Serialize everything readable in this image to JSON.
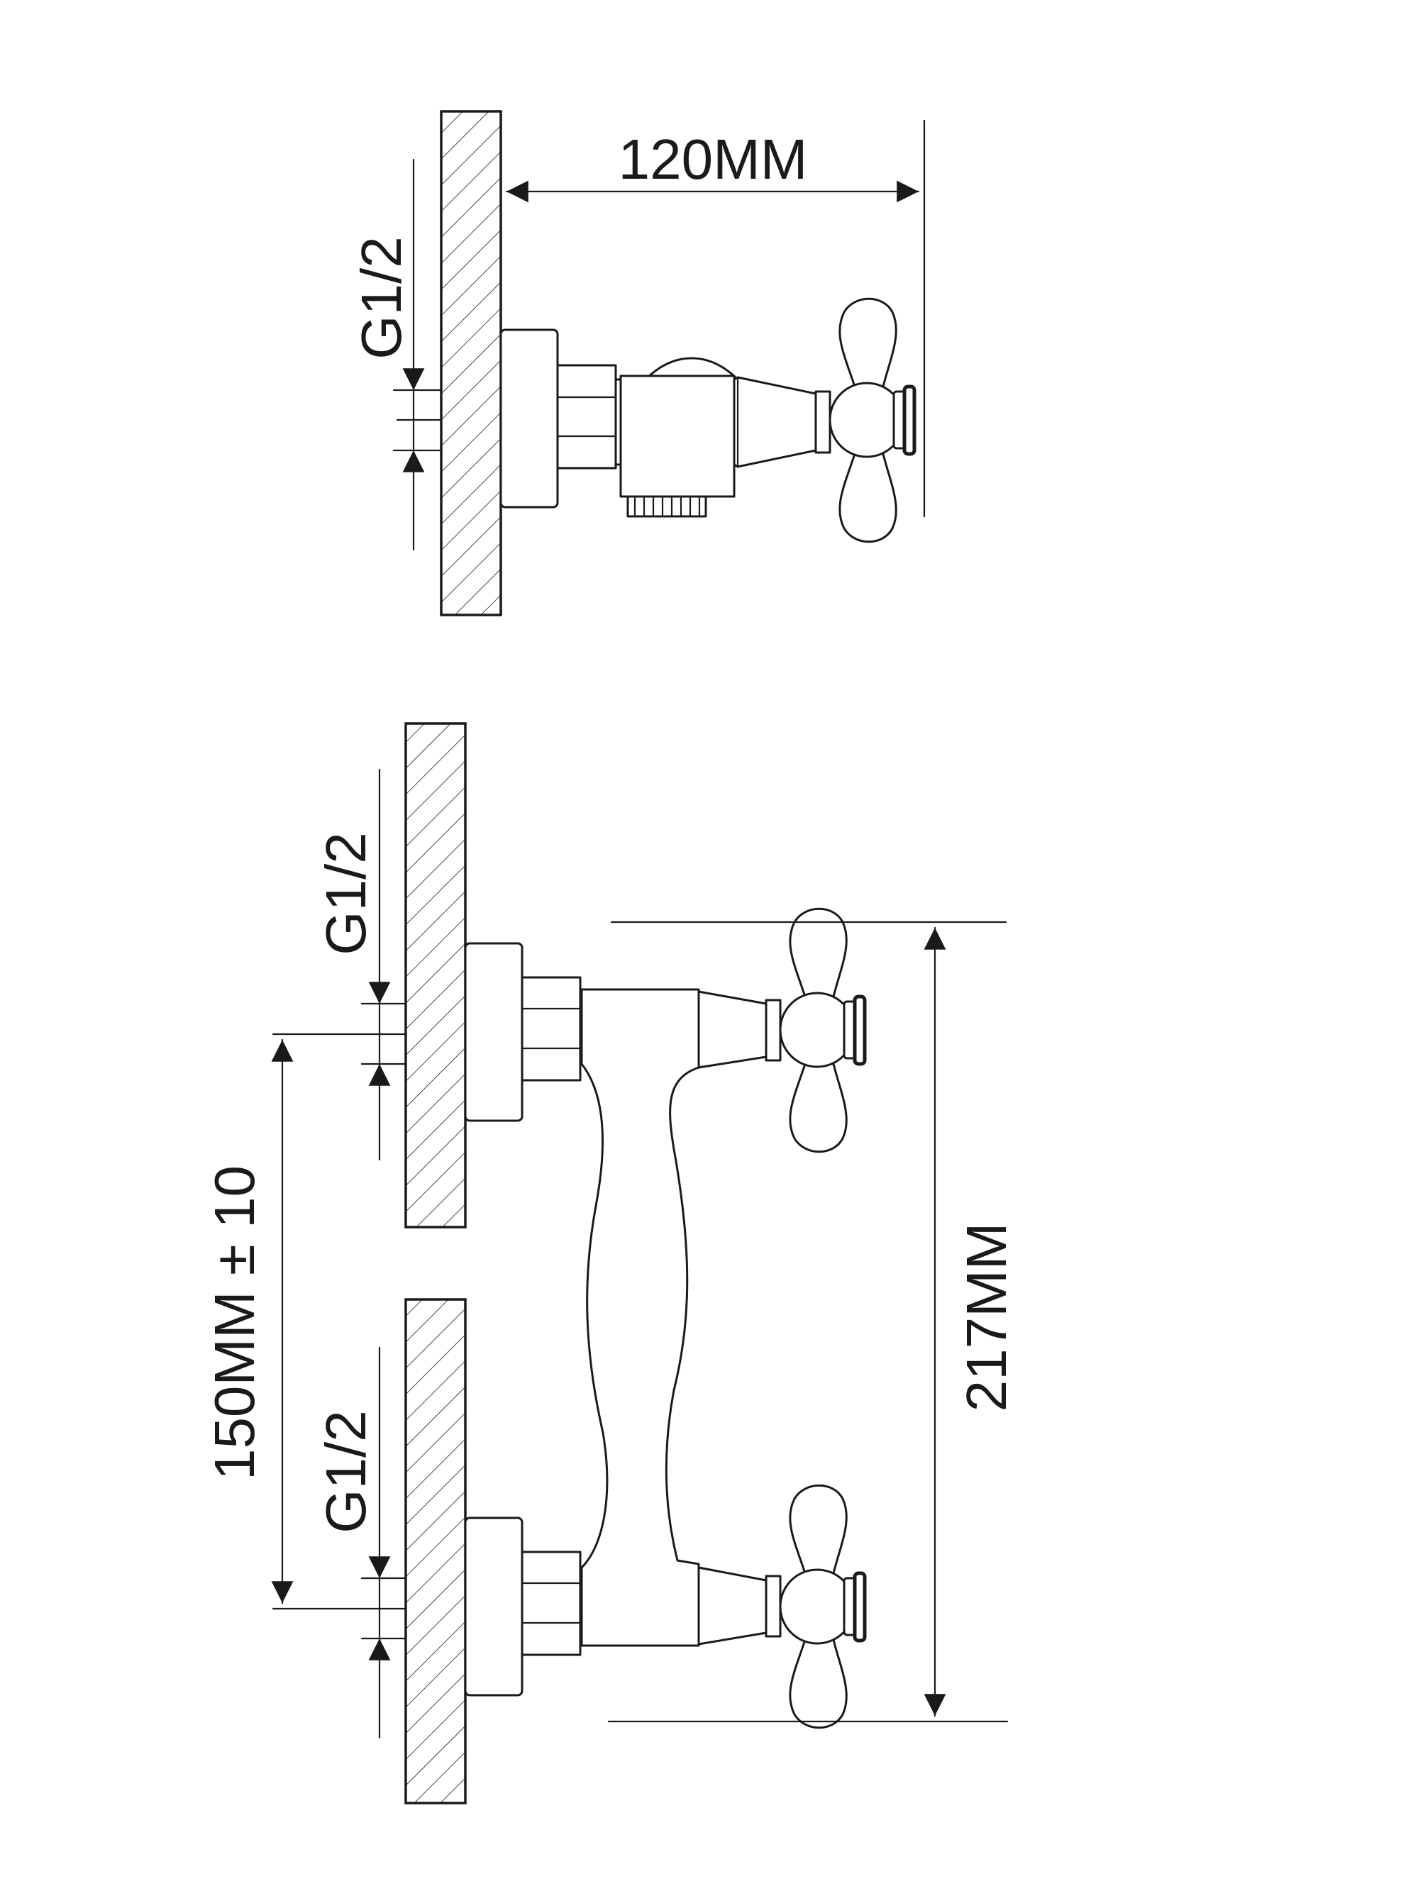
{
  "colors": {
    "ink": "#1a1a1a",
    "background": "#ffffff"
  },
  "labels": {
    "top_depth": "120MM",
    "top_thread": "G1/2",
    "upper_thread": "G1/2",
    "lower_thread": "G1/2",
    "spacing": "150MM ± 10",
    "overall_length": "217MM"
  }
}
